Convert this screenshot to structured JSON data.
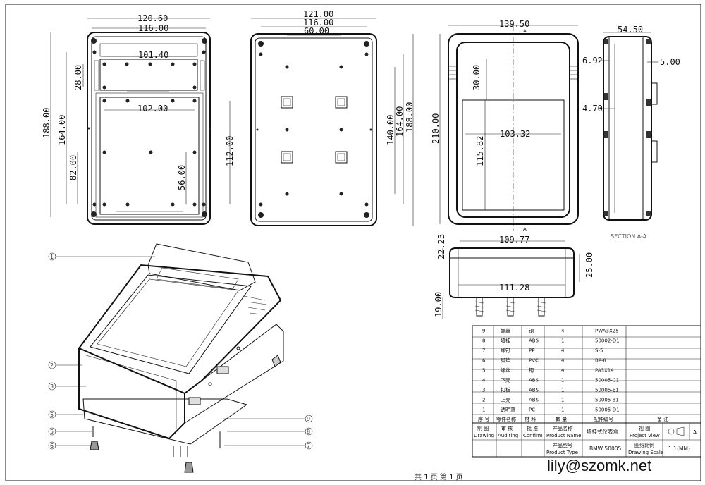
{
  "views": {
    "front": {
      "dims": [
        "120.60",
        "116.00",
        "101.40",
        "28.00",
        "102.00",
        "188.00",
        "164.00",
        "82.00",
        "56.00",
        "112.00"
      ]
    },
    "back": {
      "dims": [
        "121.00",
        "116.00",
        "60.00",
        "140.00",
        "164.00",
        "188.00"
      ]
    },
    "side": {
      "dims": [
        "139.50",
        "30.00",
        "103.32",
        "115.82",
        "210.00",
        "A",
        "A"
      ]
    },
    "section": {
      "dims": [
        "54.50",
        "6.92",
        "5.00",
        "4.70"
      ],
      "label": "SECTION A-A"
    },
    "bottom": {
      "dims": [
        "22.23",
        "109.77",
        "25.00",
        "111.28",
        "19.00"
      ]
    }
  },
  "callouts": [
    "1",
    "2",
    "3",
    "5",
    "5",
    "6",
    "9",
    "8",
    "7"
  ],
  "bom": {
    "rows": [
      {
        "no": "9",
        "name": "螺丝",
        "material": "钢",
        "qty": "4",
        "code": "PWA3X25"
      },
      {
        "no": "8",
        "name": "墙挂",
        "material": "ABS",
        "qty": "1",
        "code": "50002-D1"
      },
      {
        "no": "7",
        "name": "螺钉",
        "material": "PP",
        "qty": "4",
        "code": "S-5"
      },
      {
        "no": "6",
        "name": "脚垫",
        "material": "PVC",
        "qty": "4",
        "code": "BP-8"
      },
      {
        "no": "5",
        "name": "螺丝",
        "material": "钢",
        "qty": "4",
        "code": "PA3X14"
      },
      {
        "no": "4",
        "name": "下壳",
        "material": "ABS",
        "qty": "1",
        "code": "50005-C1"
      },
      {
        "no": "3",
        "name": "扣板",
        "material": "ABS",
        "qty": "1",
        "code": "50005-E1"
      },
      {
        "no": "2",
        "name": "上壳",
        "material": "ABS",
        "qty": "1",
        "code": "50005-B1"
      },
      {
        "no": "1",
        "name": "透明罩",
        "material": "PC",
        "qty": "1",
        "code": "50005-D1"
      }
    ],
    "header": {
      "no": "序 号",
      "name": "零件名称",
      "material": "材 料",
      "qty": "数 量",
      "code": "配件编号",
      "remark": "备 注"
    }
  },
  "titleblock": {
    "drawing_cn": "制 图",
    "drawing_en": "Drawing",
    "auditing_cn": "审 核",
    "auditing_en": "Auditing",
    "confirm_cn": "批 准",
    "confirm_en": "Confirm",
    "pname_cn": "产品名称",
    "pname_en": "Product Name",
    "pname_value": "墙挂式仪表盒",
    "view_cn": "视 图",
    "view_en": "Project View",
    "view_mark": "A",
    "ptype_cn": "产品型号",
    "ptype_en": "Product Type",
    "ptype_value": "BMW 50005",
    "scale_cn": "图纸比例",
    "scale_en": "Drawing Scale",
    "scale_value": "1:1(MM)"
  },
  "footer": {
    "pages": "共 1 页   第 1 页",
    "email": "lily@szomk.net"
  }
}
